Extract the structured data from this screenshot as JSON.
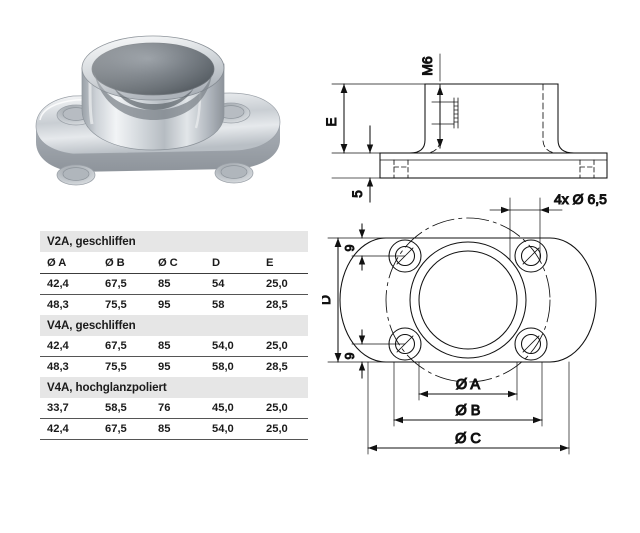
{
  "product": {
    "photo_alt": "stainless-steel-wall-flange-round-base-plate",
    "finish_sheen": "brushed stainless steel"
  },
  "table": {
    "columns": [
      "Ø A",
      "Ø B",
      "Ø C",
      "D",
      "E"
    ],
    "sections": [
      {
        "title": "V2A, geschliffen",
        "rows": [
          [
            "42,4",
            "67,5",
            "85",
            "54",
            "25,0"
          ],
          [
            "48,3",
            "75,5",
            "95",
            "58",
            "28,5"
          ]
        ]
      },
      {
        "title": "V4A, geschliffen",
        "rows": [
          [
            "42,4",
            "67,5",
            "85",
            "54,0",
            "25,0"
          ],
          [
            "48,3",
            "75,5",
            "95",
            "58,0",
            "28,5"
          ]
        ]
      },
      {
        "title": "V4A, hochglanzpoliert",
        "rows": [
          [
            "33,7",
            "58,5",
            "76",
            "45,0",
            "25,0"
          ],
          [
            "42,4",
            "67,5",
            "85",
            "54,0",
            "25,0"
          ]
        ]
      }
    ]
  },
  "drawings": {
    "side_view": {
      "name": "side-elevation-section",
      "labels": {
        "thread": "M6",
        "height_e": "E",
        "plate_thickness": "5"
      }
    },
    "top_view": {
      "name": "plan-view",
      "labels": {
        "hole_callout": "4x Ø 6,5",
        "width_d": "D",
        "hole_offset_top": "9",
        "hole_offset_bottom": "9",
        "dia_a": "Ø A",
        "dia_b": "Ø B",
        "dia_c": "Ø C"
      }
    }
  },
  "colors": {
    "section_band": "#e6e6e6",
    "rule": "#555555",
    "header_rule": "#3c3c3c",
    "ink": "#1b1b1b",
    "line": "#111111",
    "page_bg": "#ffffff"
  }
}
